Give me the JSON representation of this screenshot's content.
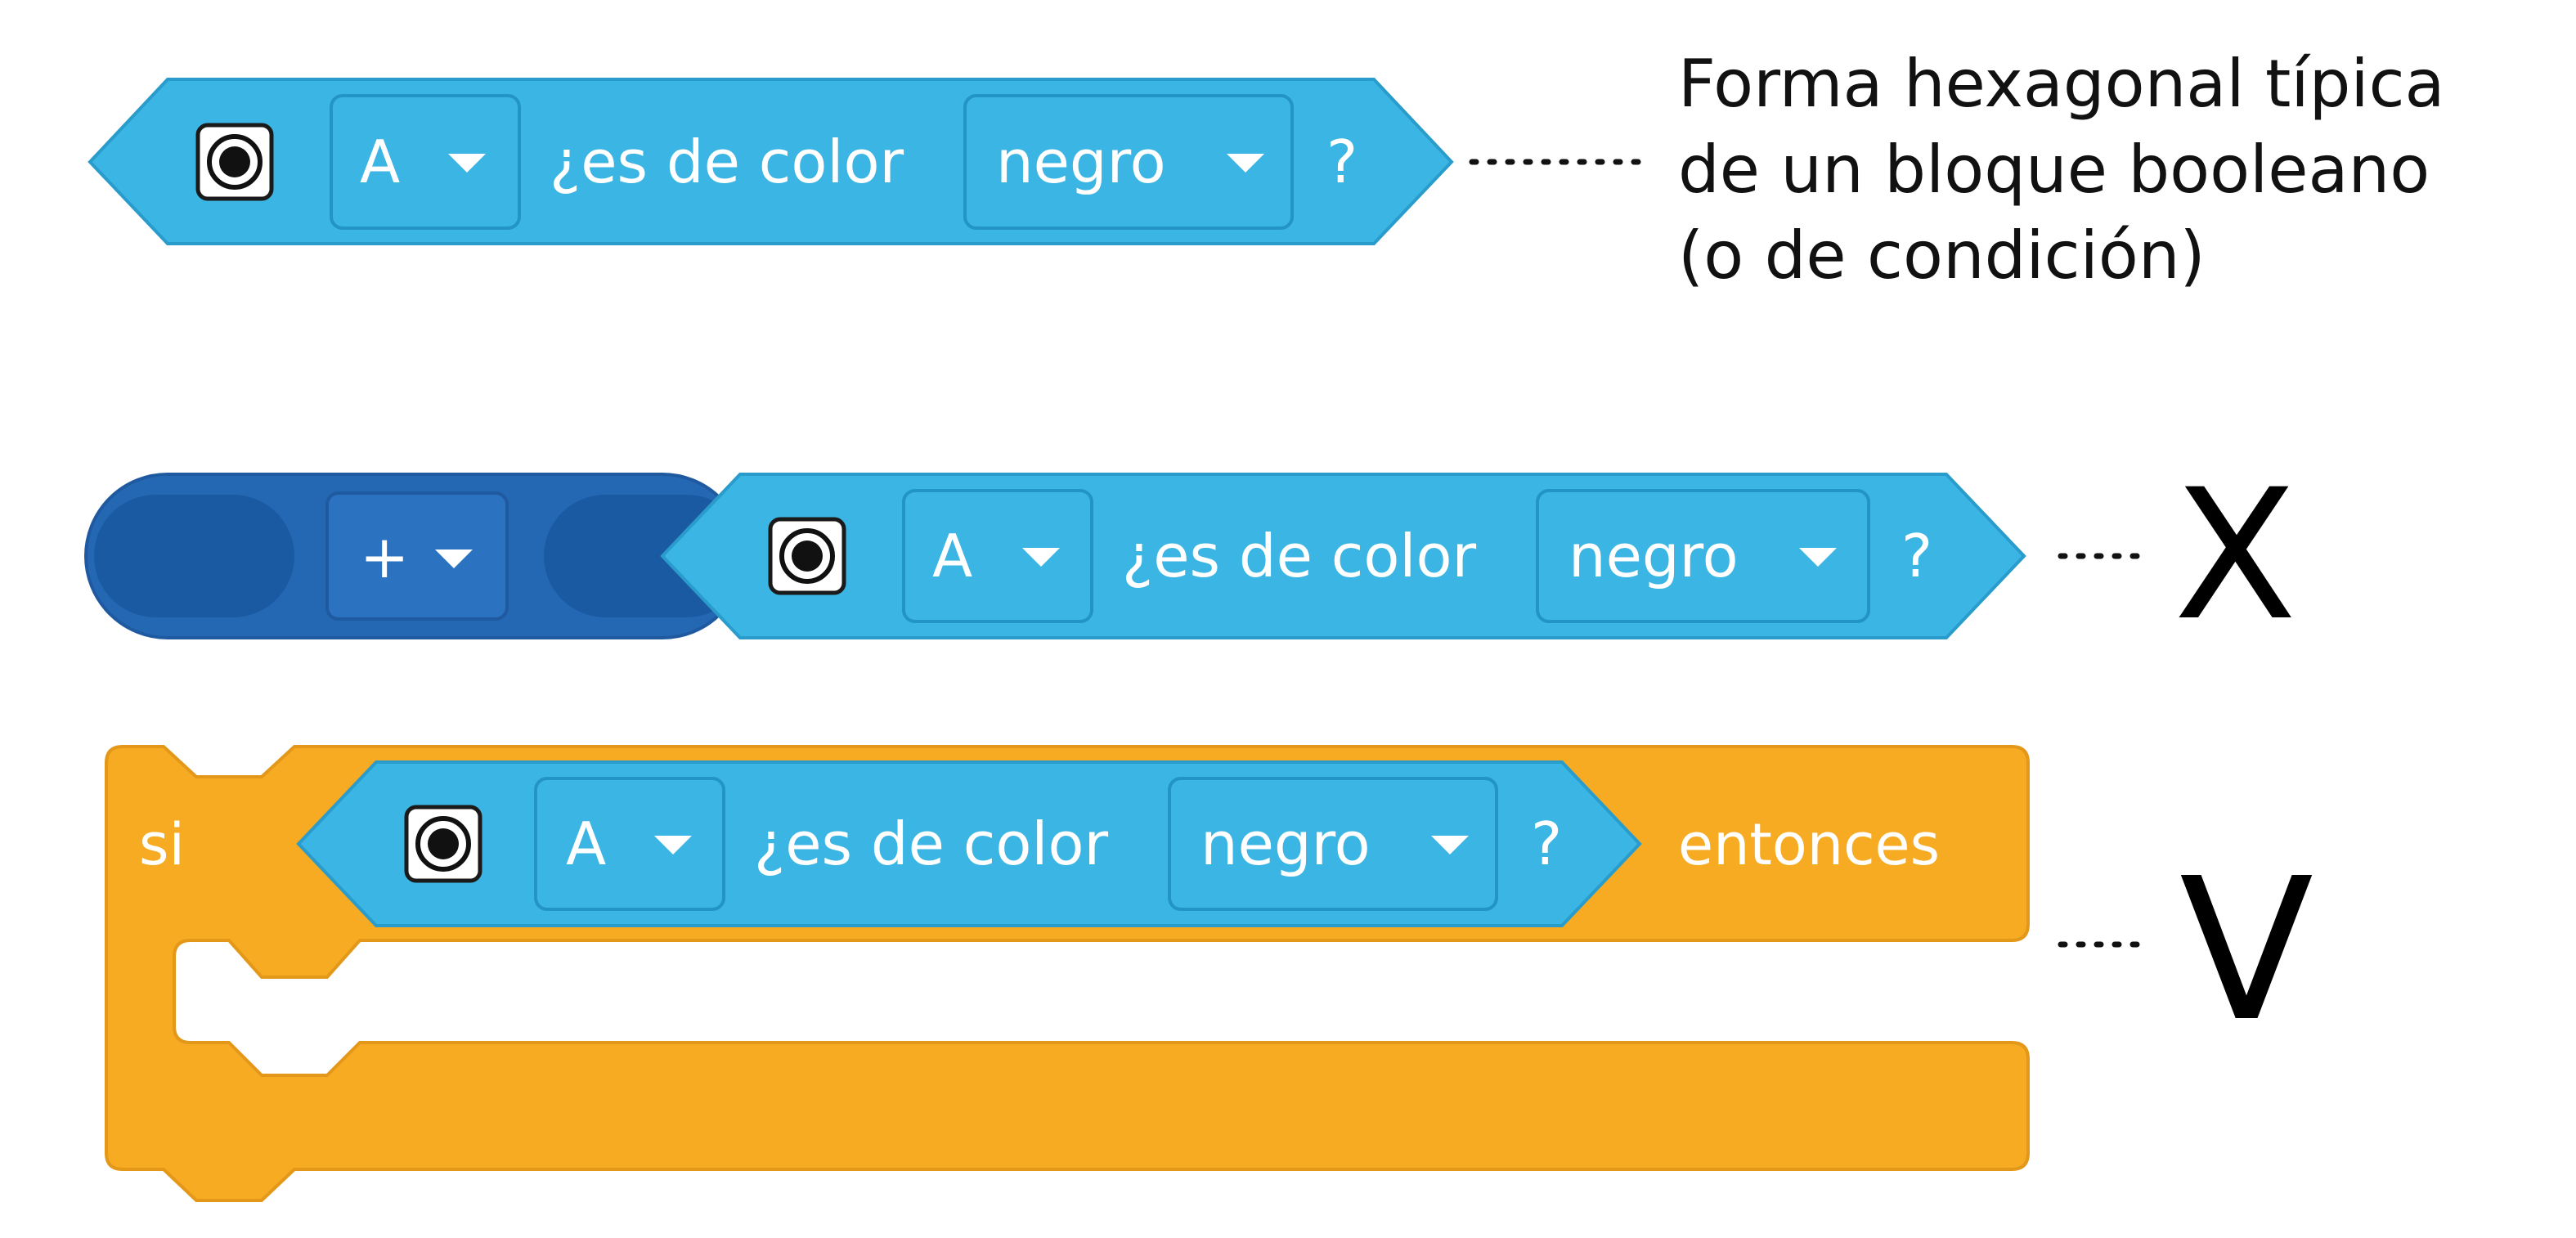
{
  "colors": {
    "sensor_block": "#3bb5e3",
    "sensor_block_border": "#2a9ccc",
    "operator_block": "#2468b3",
    "operator_block_dark": "#1a5aa3",
    "control_block": "#f6ab23",
    "control_block_border": "#e3981a",
    "text_on_block": "#ffffff",
    "annotation_text": "#111111"
  },
  "blocks": {
    "sensor_icon": "color-sensor-icon",
    "port_value": "A",
    "condition_text": "¿es de color",
    "color_value": "negro",
    "question_mark": "?",
    "operator_value": "+",
    "if_label": "si",
    "then_label": "entonces"
  },
  "annotations": {
    "hexagon_note": {
      "line1": "Forma hexagonal típica",
      "line2": "de un bloque booleano",
      "line3": "(o de condición)"
    },
    "wrong_mark": "X",
    "right_mark": "V"
  }
}
